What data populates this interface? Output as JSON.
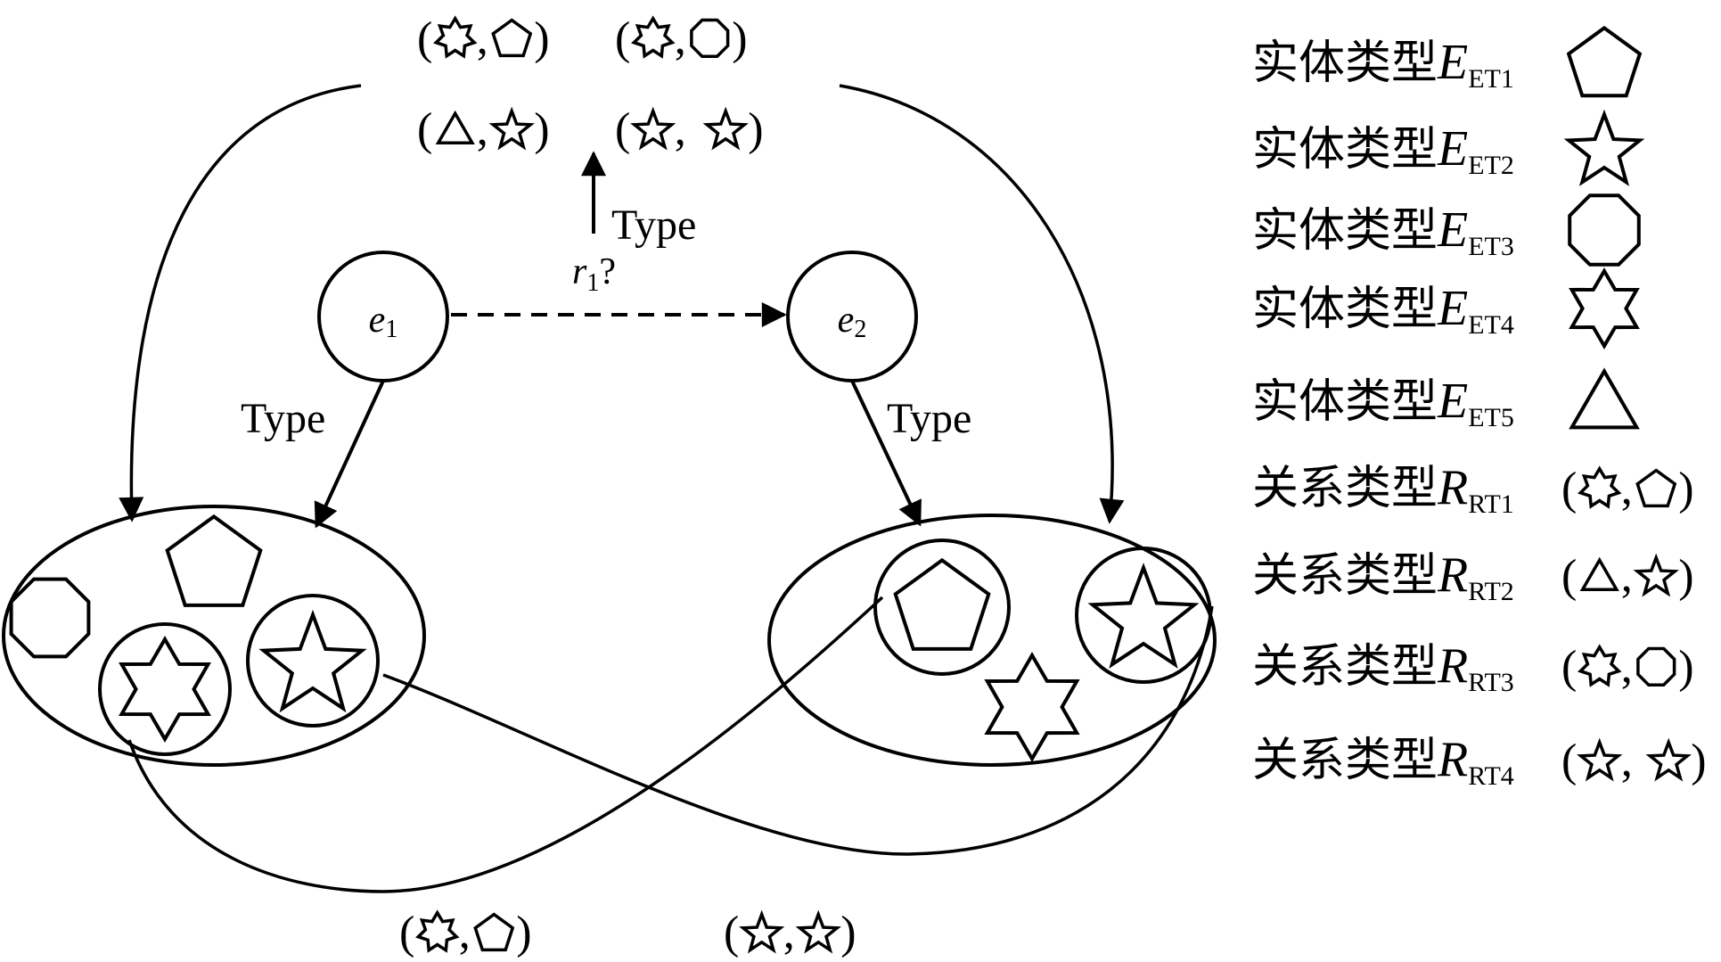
{
  "nodes": {
    "e1": {
      "var": "e",
      "sub": "1"
    },
    "e2": {
      "var": "e",
      "sub": "2"
    }
  },
  "edges": {
    "type_label": "Type",
    "query_rel": {
      "var": "r",
      "sub": "1",
      "suffix": "?"
    }
  },
  "pairs": {
    "top_row1": [
      "rel-rt1",
      "rel-rt3"
    ],
    "top_row2": [
      "rel-rt2",
      "rel-rt4"
    ],
    "bottom": [
      "rel-rt1",
      "rel-rt4"
    ]
  },
  "legend": {
    "entity_prefix": "实体类型",
    "relation_prefix": "关系类型",
    "entity_var": "E",
    "relation_var": "R",
    "entities": [
      {
        "sub": "ET1",
        "icon": "pentagon-icon"
      },
      {
        "sub": "ET2",
        "icon": "five-point-star-icon"
      },
      {
        "sub": "ET3",
        "icon": "octagon-icon"
      },
      {
        "sub": "ET4",
        "icon": "six-point-star-icon"
      },
      {
        "sub": "ET5",
        "icon": "triangle-icon"
      }
    ],
    "relations": [
      {
        "sub": "RT1",
        "pair": [
          "six-point-star-icon",
          "pentagon-icon"
        ]
      },
      {
        "sub": "RT2",
        "pair": [
          "triangle-icon",
          "five-point-star-icon"
        ]
      },
      {
        "sub": "RT3",
        "pair": [
          "six-point-star-icon",
          "octagon-icon"
        ]
      },
      {
        "sub": "RT4",
        "pair": [
          "five-point-star-icon",
          "five-point-star-icon"
        ]
      }
    ]
  },
  "punct": {
    "open": "(",
    "close": ")",
    "comma": ","
  },
  "colors": {
    "stroke": "#000000",
    "background": "#ffffff"
  }
}
